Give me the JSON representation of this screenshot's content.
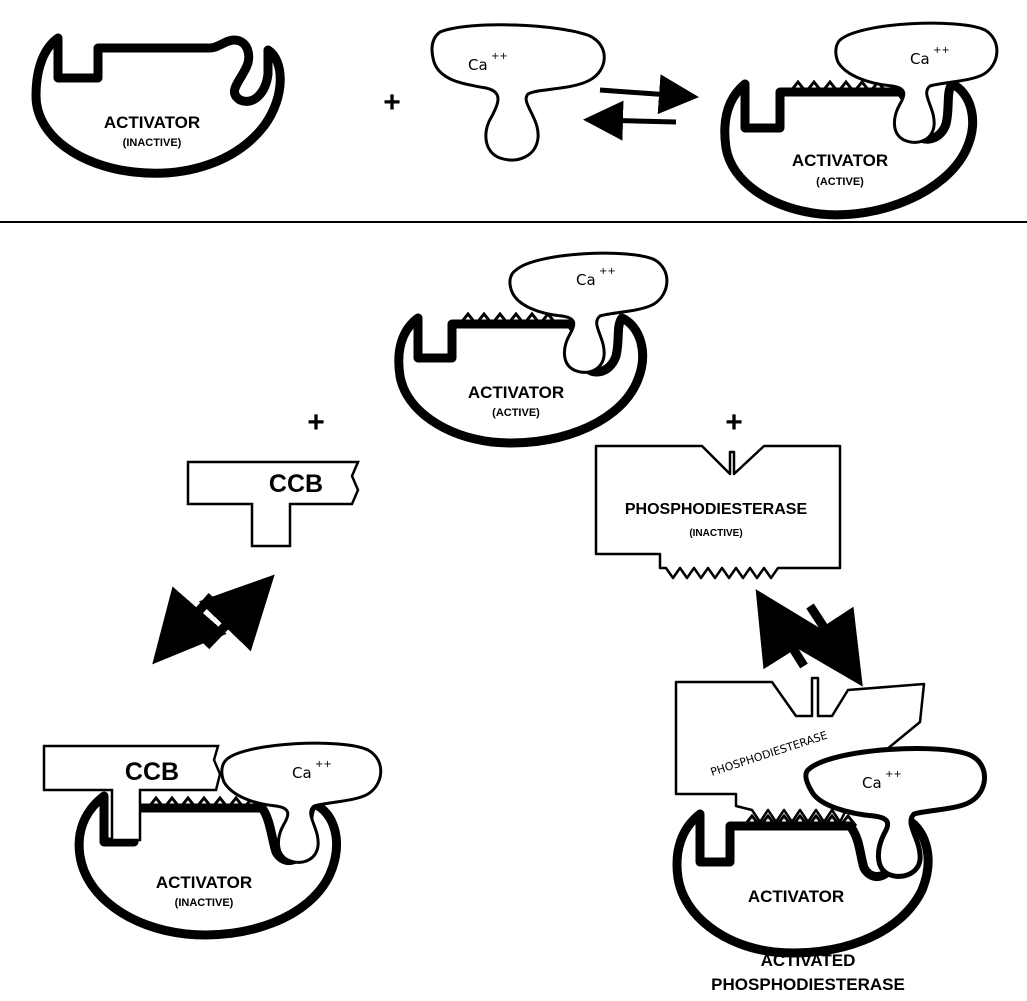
{
  "colors": {
    "ink": "#000000",
    "paper": "#ffffff"
  },
  "top_reaction": {
    "activator_inactive": {
      "name": "ACTIVATOR",
      "state": "(INACTIVE)"
    },
    "plus": "+",
    "calcium": {
      "ion": "Ca",
      "charge": "++"
    },
    "activator_active": {
      "name": "ACTIVATOR",
      "state": "(ACTIVE)",
      "ion": "Ca",
      "charge": "++"
    }
  },
  "bottom": {
    "activator_active": {
      "name": "ACTIVATOR",
      "state": "(ACTIVE)",
      "ion": "Ca",
      "charge": "++"
    },
    "left_branch": {
      "plus": "+",
      "blocker": "CCB",
      "complex": {
        "blocker": "CCB",
        "ion": "Ca",
        "charge": "++",
        "name": "ACTIVATOR",
        "state": "(INACTIVE)"
      }
    },
    "right_branch": {
      "plus": "+",
      "enzyme": {
        "name": "PHOSPHODIESTERASE",
        "state": "(INACTIVE)"
      },
      "complex": {
        "enzyme_label": "PHOSPHODIESTERASE",
        "ion": "Ca",
        "charge": "++",
        "activator": "ACTIVATOR",
        "caption_line1": "ACTIVATED",
        "caption_line2": "PHOSPHODIESTERASE"
      }
    }
  }
}
